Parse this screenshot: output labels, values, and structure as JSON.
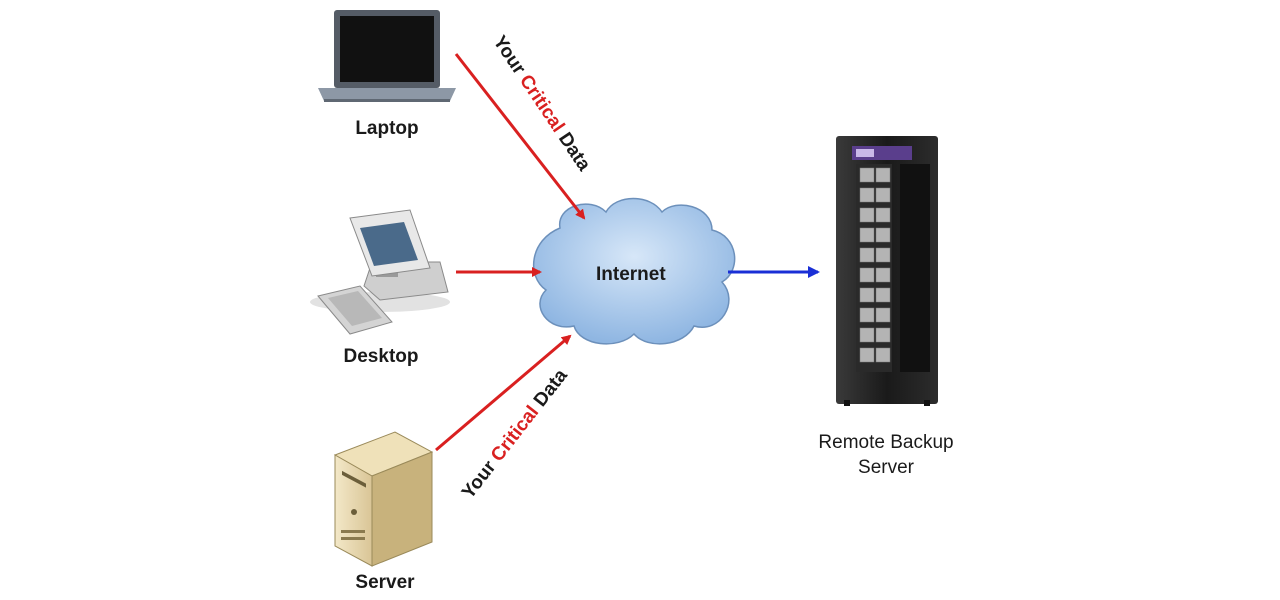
{
  "nodes": {
    "laptop": {
      "label": "Laptop"
    },
    "desktop": {
      "label": "Desktop"
    },
    "server": {
      "label": "Server"
    },
    "cloud": {
      "label": "Internet"
    },
    "remote": {
      "label_line1": "Remote Backup",
      "label_line2": "Server"
    }
  },
  "annotations": {
    "top": {
      "pre": "Your ",
      "highlight": "Critical",
      "post": " Data"
    },
    "bottom": {
      "pre": "Your ",
      "highlight": "Critical",
      "post": " Data"
    }
  },
  "colors": {
    "incoming_arrow": "#d92020",
    "outgoing_arrow": "#1a2fd6",
    "highlight_text": "#d92020",
    "cloud_fill": "#a9c8ea"
  }
}
